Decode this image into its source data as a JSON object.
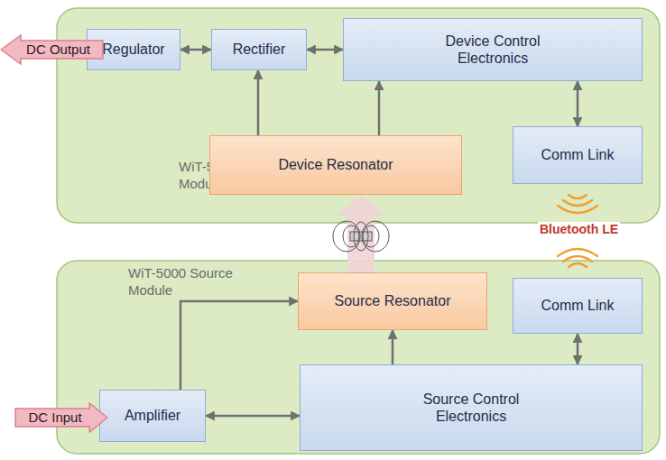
{
  "diagram": {
    "nodes": [
      {
        "text": [
          "DC Output"
        ]
      },
      {
        "text": [
          "WiT-5000 Device Module"
        ]
      },
      {
        "text": [
          "Regulator"
        ],
        "in": 1
      },
      {
        "text": [
          "Rectifier"
        ],
        "in": 1
      },
      {
        "text": [
          "Device Control Electronics"
        ],
        "in": 1
      },
      {
        "text": [
          "Device Resonator"
        ],
        "in": 1
      },
      {
        "text": [
          "Comm Link"
        ],
        "in": 1
      },
      {
        "text": [
          "WiT-5000 Source Module"
        ]
      },
      {
        "text": [
          "Source Resonator"
        ],
        "in": 7
      },
      {
        "text": [
          "Comm Link"
        ],
        "in": 7
      },
      {
        "text": [
          "DC Input"
        ]
      },
      {
        "text": [
          "Amplifier"
        ],
        "in": 7
      },
      {
        "text": [
          "Source Control Electronics"
        ],
        "in": 7
      }
    ],
    "edges": [
      {
        "from": 2,
        "to": 3,
        "arrow": "both"
      },
      {
        "from": 3,
        "to": 4,
        "arrow": "both"
      },
      {
        "from": 5,
        "to": 3,
        "arrow": "to"
      },
      {
        "from": 5,
        "to": 4,
        "arrow": "to"
      },
      {
        "from": 4,
        "to": 6,
        "arrow": "both"
      },
      {
        "from": 9,
        "to": 12,
        "arrow": "both"
      },
      {
        "from": 12,
        "to": 8,
        "arrow": "to"
      },
      {
        "from": 11,
        "to": 12,
        "arrow": "both"
      },
      {
        "from": 11,
        "to": 8,
        "arrow": "to"
      },
      {
        "from": 8,
        "to": 5,
        "arrow": "to"
      }
    ],
    "labels": [
      "Bluetooth LE"
    ]
  }
}
